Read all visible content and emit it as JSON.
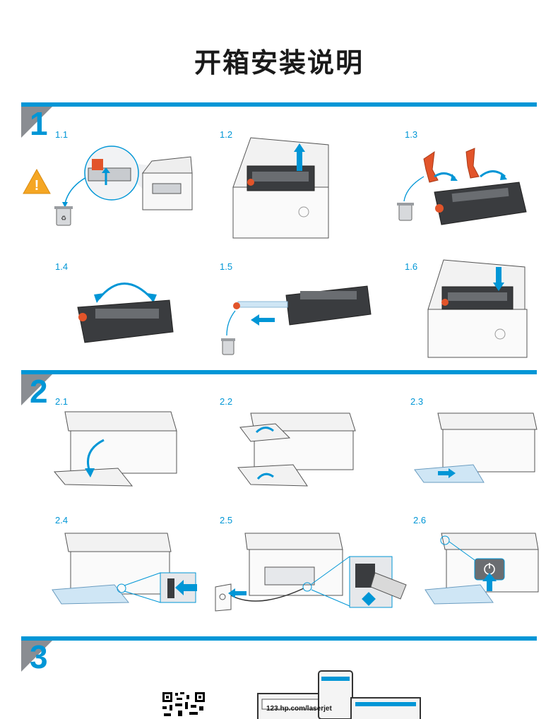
{
  "title": "开箱安装说明",
  "colors": {
    "accent": "#0096d6",
    "section_grey": "#8a8d92",
    "warning": "#f5a623",
    "orange_part": "#e2542a",
    "paper_blue": "#cfe6f5"
  },
  "sections": [
    {
      "number": "1",
      "steps": [
        "1.1",
        "1.2",
        "1.3",
        "1.4",
        "1.5",
        "1.6"
      ]
    },
    {
      "number": "2",
      "steps": [
        "2.1",
        "2.2",
        "2.3",
        "2.4",
        "2.5",
        "2.6"
      ]
    },
    {
      "number": "3"
    }
  ],
  "section3": {
    "url_text": "123.hp.com/laserjet"
  },
  "icons": [
    "warning-icon",
    "recycle-bin-icon",
    "arrow-icon",
    "power-icon",
    "qr-code-icon",
    "hp-logo-icon"
  ]
}
